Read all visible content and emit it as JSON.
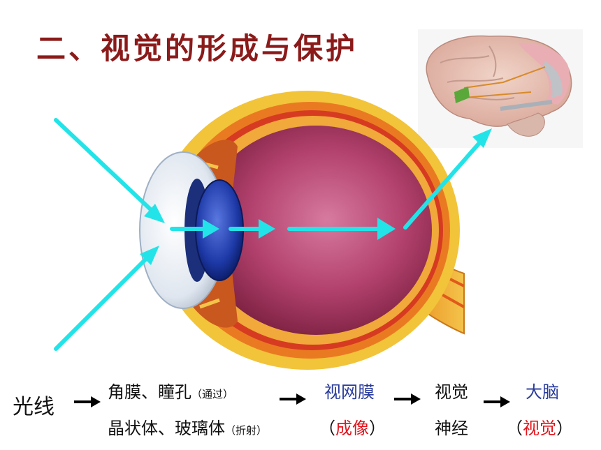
{
  "title": "二、视觉的形成与保护",
  "flow": {
    "start": "光线",
    "step1": {
      "line1": "角膜、瞳孔",
      "line1_note": "（通过）",
      "line2": "晶状体、玻璃体",
      "line2_note": "（折射）"
    },
    "step2": {
      "line1": "视网膜",
      "line2_open": "（",
      "line2_word": "成像",
      "line2_close": "）"
    },
    "step3": {
      "line1": "视觉",
      "line2": "神经"
    },
    "step4": {
      "line1": "大脑",
      "line2_open": "（",
      "line2_word": "视觉",
      "line2_close": "）"
    }
  },
  "colors": {
    "title": "#8b1a1a",
    "light_ray": "#22e4e8",
    "blue_text": "#2a3c9c",
    "red_text": "#e3141c"
  },
  "icons": [
    "eye-cross-section-illustration",
    "brain-illustration",
    "light-ray-arrow",
    "flow-arrow"
  ]
}
